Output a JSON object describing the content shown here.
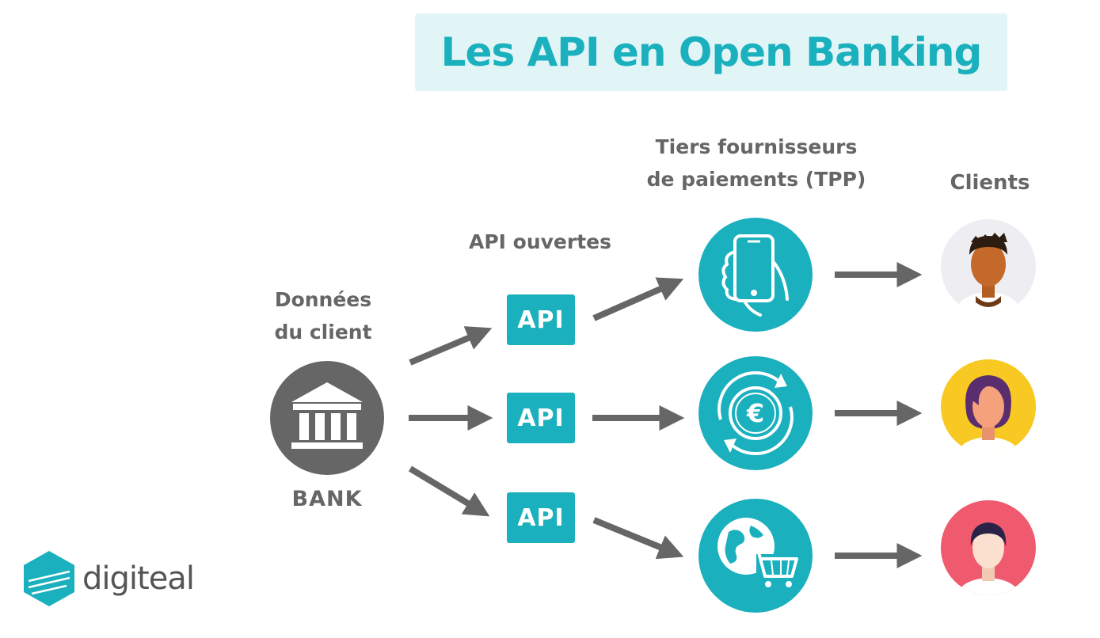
{
  "title": "Les API en Open Banking",
  "labels": {
    "donnees_line1": "Données",
    "donnees_line2": "du client",
    "bank": "BANK",
    "api_ouvertes": "API ouvertes",
    "tpp_line1": "Tiers fournisseurs",
    "tpp_line2": "de paiements (TPP)",
    "clients": "Clients"
  },
  "api_boxes": [
    {
      "label": "API"
    },
    {
      "label": "API"
    },
    {
      "label": "API"
    }
  ],
  "tpp_icons": [
    "smartphone-hand-icon",
    "euro-exchange-icon",
    "globe-cart-icon"
  ],
  "client_avatars": [
    {
      "icon": "man-avatar-icon",
      "bg": "#eeeef2"
    },
    {
      "icon": "woman-avatar-icon",
      "bg": "#f9c923"
    },
    {
      "icon": "person-avatar-icon",
      "bg": "#ef5a6f"
    }
  ],
  "logo": {
    "text": "digiteal"
  },
  "colors": {
    "accent": "#1ab0bd",
    "title_bg": "#e1f4f6",
    "gray": "#666666"
  }
}
